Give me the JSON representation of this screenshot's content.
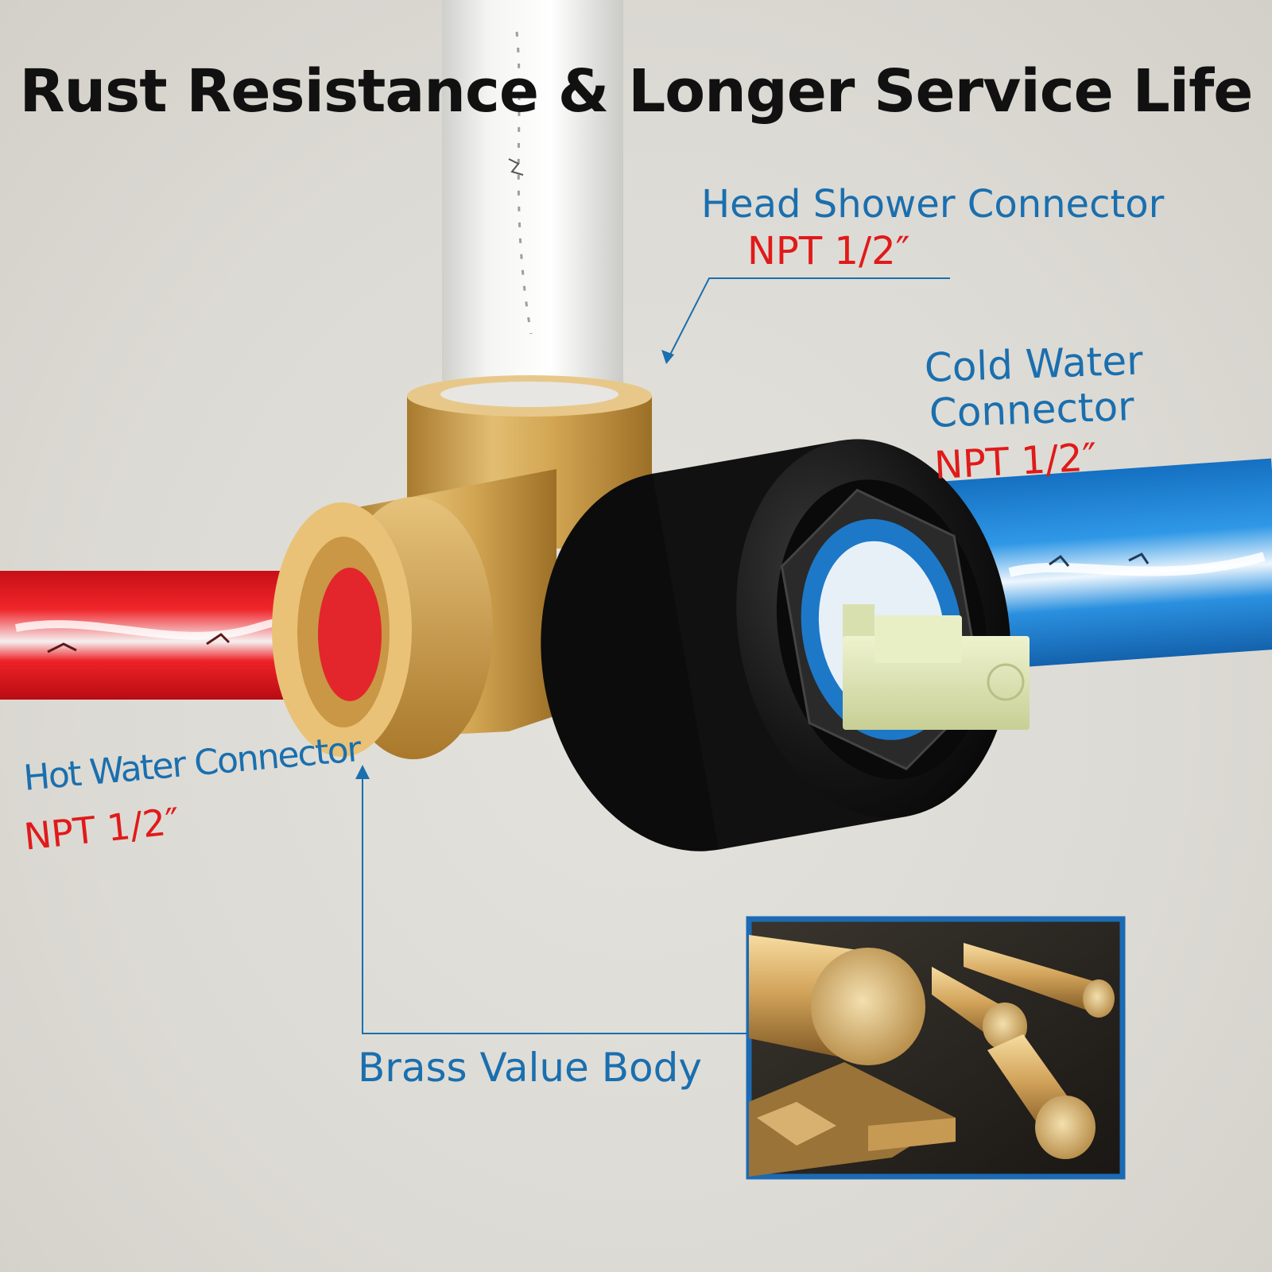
{
  "title": "Rust Resistance & Longer Service Life",
  "labels": {
    "head_shower": "Head Shower Connector",
    "head_shower_npt": "NPT 1/2″",
    "cold_line1": "Cold Water",
    "cold_line2": "Connector",
    "cold_npt": "NPT 1/2″",
    "hot": "Hot Water Connector",
    "hot_npt": "NPT 1/2″",
    "brass": "Brass Value Body"
  },
  "colors": {
    "label_blue": "#1a6fae",
    "label_red": "#e01a1a",
    "hot_pipe": "#e3141c",
    "cold_pipe": "#1e88d8",
    "brass": "#d4a85a",
    "trim_black": "#141414"
  },
  "icons": [
    "arrow-head-shower-icon",
    "arrow-hot-connector-icon",
    "brass-rods-inset-image"
  ]
}
